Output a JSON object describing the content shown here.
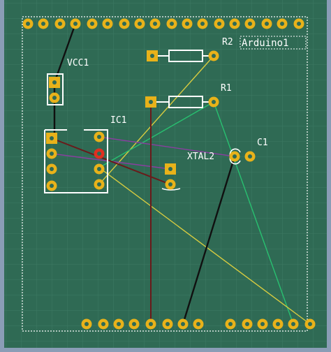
{
  "board": {
    "background": "#2f6a54",
    "outer_background": "#8a9db6",
    "grid_color": "#3e7a63",
    "silkscreen": "#ffffff",
    "pad_ring": "#e8b21a",
    "pad_hole": "#2f6a54",
    "pad_selected": "#e03020"
  },
  "labels": {
    "r2": "R2",
    "arduino": "Arduino1",
    "vcc": "VCC1",
    "r1": "R1",
    "ic": "IC1",
    "c1": "C1",
    "xtal": "XTAL2"
  },
  "ratsnest_colors": {
    "black": "#101010",
    "dark_red": "#6a1a1a",
    "yellow": "#d8cc40",
    "green": "#28c070",
    "purple": "#8a3fa0"
  }
}
